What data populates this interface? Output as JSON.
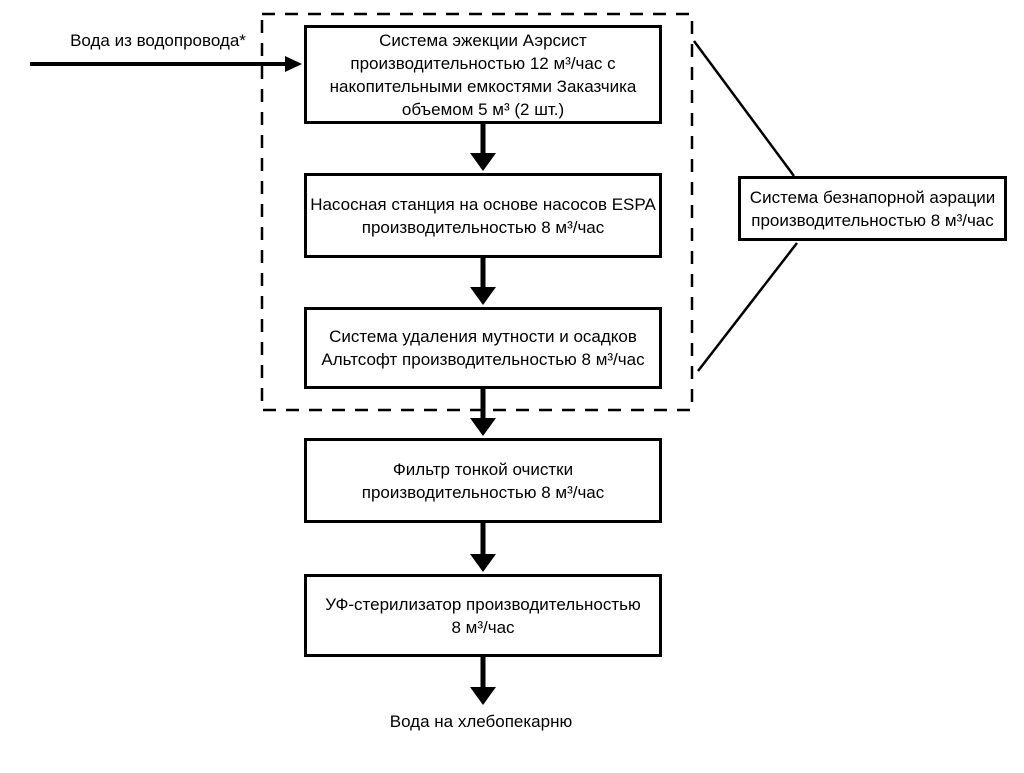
{
  "colors": {
    "ink": "#000000",
    "background": "#ffffff"
  },
  "flow": {
    "input_label": "Вода из водопровода*",
    "output_label": "Вода на хлебопекарню",
    "boxes": {
      "ejection": {
        "lines": [
          "Система эжекции Аэрсист",
          "производительностью 12 м³/час с",
          "накопительными емкостями Заказчика",
          "объемом 5 м³ (2 шт.)"
        ]
      },
      "pump": {
        "lines": [
          "Насосная станция на основе насосов ESPA",
          "производительностью 8 м³/час"
        ]
      },
      "turbidity": {
        "lines": [
          "Система удаления мутности и осадков",
          "Альтсофт производительностью 8 м³/час"
        ]
      },
      "fine_filter": {
        "lines": [
          "Фильтр тонкой очистки",
          "производительностью 8 м³/час"
        ]
      },
      "uv": {
        "lines": [
          "УФ-стерилизатор производительностью",
          "8 м³/час"
        ]
      },
      "aeration": {
        "lines": [
          "Система безнапорной аэрации",
          "производительностью 8 м³/час"
        ]
      }
    }
  }
}
